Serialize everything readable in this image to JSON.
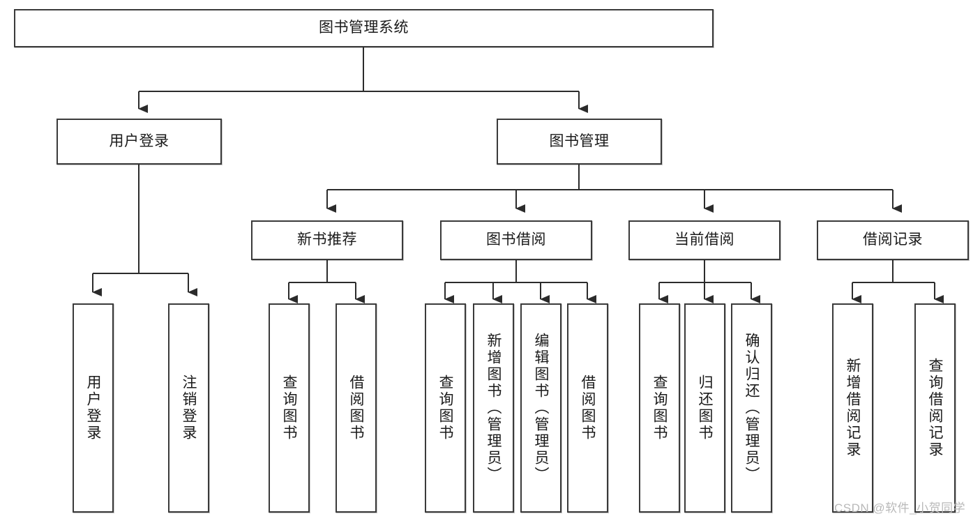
{
  "diagram": {
    "title": "图书管理系统",
    "type": "tree-hierarchy-diagram",
    "colors": {
      "box_border": "#3a3a3a",
      "box_fill": "#ffffff",
      "connector": "#2b2b2b",
      "text": "#1a1a1a",
      "watermark": "#b9b9b9",
      "background": "#ffffff"
    },
    "nodes": {
      "root": {
        "label": "图书管理系统"
      },
      "level2": [
        {
          "label": "用户登录"
        },
        {
          "label": "图书管理"
        }
      ],
      "level3": [
        {
          "label": "新书推荐"
        },
        {
          "label": "图书借阅"
        },
        {
          "label": "当前借阅"
        },
        {
          "label": "借阅记录"
        }
      ],
      "leaves_user_login": [
        {
          "label": "用户登录"
        },
        {
          "label": "注销登录"
        }
      ],
      "leaves_new_book": [
        {
          "label": "查询图书"
        },
        {
          "label": "借阅图书"
        }
      ],
      "leaves_borrow": [
        {
          "label": "查询图书"
        },
        {
          "label": "新增图书（管理员）"
        },
        {
          "label": "编辑图书（管理员）"
        },
        {
          "label": "借阅图书"
        }
      ],
      "leaves_current": [
        {
          "label": "查询图书"
        },
        {
          "label": "归还图书"
        },
        {
          "label": "确认归还（管理员）"
        }
      ],
      "leaves_records": [
        {
          "label": "新增借阅记录"
        },
        {
          "label": "查询借阅记录"
        }
      ]
    },
    "watermark": "CSDN @软件_小贺同学"
  }
}
